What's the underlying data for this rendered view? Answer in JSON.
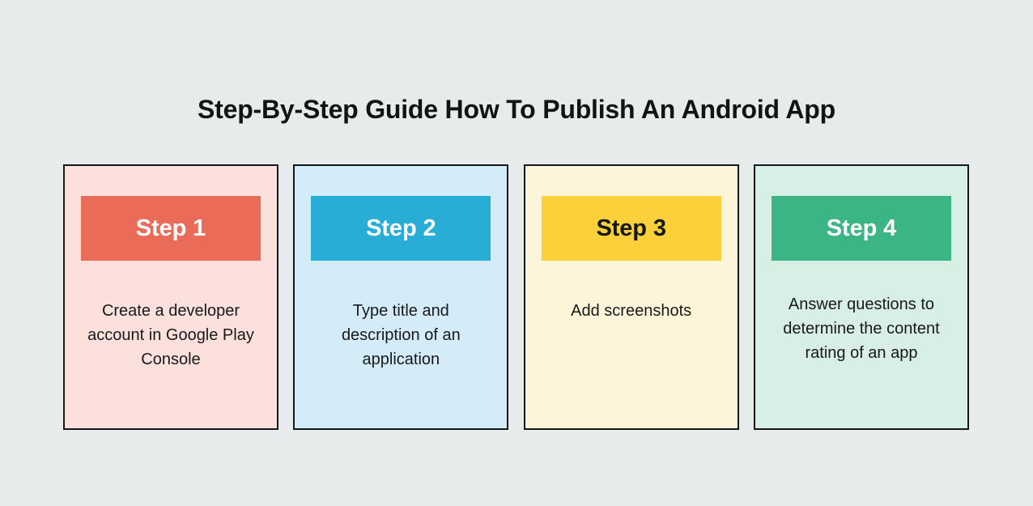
{
  "page": {
    "background_color": "#e8ebec",
    "title": "Step-By-Step Guide How To Publish An Android App"
  },
  "steps": [
    {
      "label": "Step 1",
      "description": "Create a developer account in Google Play Console",
      "header_color": "#ea6b58",
      "header_text_color": "#ffffff",
      "card_color": "#fce0dc",
      "border_color": "#15181a"
    },
    {
      "label": "Step 2",
      "description": "Type title and description of an application",
      "header_color": "#28add6",
      "header_text_color": "#ffffff",
      "card_color": "#d4ebf8",
      "border_color": "#15181a"
    },
    {
      "label": "Step 3",
      "description": "Add screenshots",
      "header_color": "#fcd03a",
      "header_text_color": "#15181a",
      "card_color": "#fdf5d9",
      "border_color": "#15181a"
    },
    {
      "label": "Step 4",
      "description": "Answer questions to determine the content rating of an app",
      "header_color": "#3cb585",
      "header_text_color": "#ffffff",
      "card_color": "#d7efe5",
      "border_color": "#15181a"
    }
  ]
}
